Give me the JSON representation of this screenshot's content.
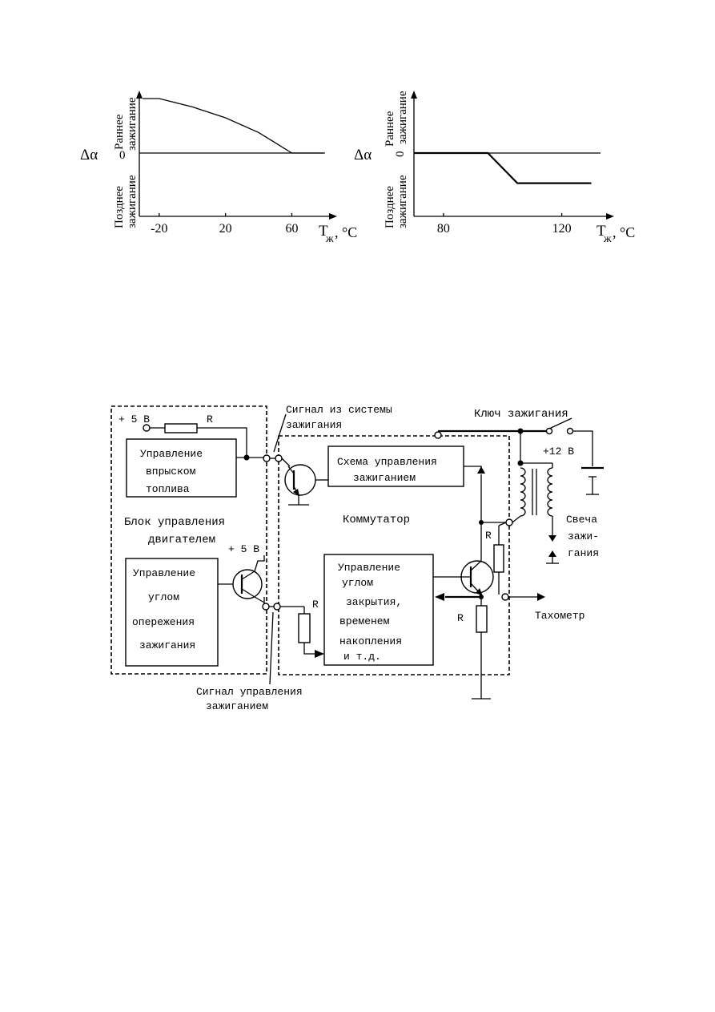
{
  "chart_data": [
    {
      "type": "line",
      "ylabel_symbol": "Δα",
      "y_zero_label": "0",
      "y_top_label": [
        "Раннее",
        "зажигание"
      ],
      "y_bottom_label": [
        "Позднее",
        "зажигание"
      ],
      "x_tick_labels": [
        "-20",
        "20",
        "60"
      ],
      "x_ticks": [
        -20,
        20,
        60
      ],
      "xlabel_main": "T",
      "xlabel_sub": "ж",
      "xlabel_unit": ", °C",
      "xlim": [
        -32,
        82
      ],
      "ylim": [
        -1,
        1
      ],
      "series": [
        {
          "x": [
            -30,
            -20,
            0,
            20,
            40,
            50,
            60,
            80
          ],
          "y": [
            0.85,
            0.85,
            0.72,
            0.55,
            0.32,
            0.16,
            0,
            0
          ]
        }
      ]
    },
    {
      "type": "line",
      "ylabel_symbol": "Δα",
      "y_zero_label": "0",
      "y_top_label": [
        "Раннее",
        "зажигание"
      ],
      "y_bottom_label": [
        "Позднее",
        "зажигание"
      ],
      "x_tick_labels": [
        "80",
        "120"
      ],
      "x_ticks": [
        80,
        120
      ],
      "xlabel_main": "T",
      "xlabel_sub": "ж",
      "xlabel_unit": ", °C",
      "xlim": [
        70,
        135
      ],
      "ylim": [
        -1,
        1
      ],
      "series": [
        {
          "x": [
            70,
            95,
            105,
            130
          ],
          "y": [
            0,
            0,
            -0.47,
            -0.47
          ]
        }
      ]
    }
  ],
  "circuit": {
    "plus5v_top": "+ 5 В",
    "r_top": "R",
    "injection_box": [
      "Управление",
      "впрыском",
      "топлива"
    ],
    "ecu_label": [
      "Блок управления",
      "двигателем"
    ],
    "plus5v_mid": "+ 5 В",
    "advance_box": [
      "Управление",
      "углом",
      "опережения",
      "зажигания"
    ],
    "signal_from_ignition": [
      "Сигнал из системы",
      "зажигания"
    ],
    "ignition_key": "Ключ зажигания",
    "plus12v": "+12 В",
    "ignition_control_box": [
      "Схема управления",
      "зажиганием"
    ],
    "commutator_label": "Коммутатор",
    "spark_plug": [
      "Свеча",
      "зажи-",
      "гания"
    ],
    "r_coil": "R",
    "dwell_box": [
      "Управление",
      "углом",
      "закрытия,",
      "временем",
      "накопления",
      "и т.д."
    ],
    "r_dwell_in": "R",
    "r_emitter": "R",
    "tachometer": "Тахометр",
    "signal_ignition_control": [
      "Сигнал управления",
      "зажиганием"
    ]
  }
}
